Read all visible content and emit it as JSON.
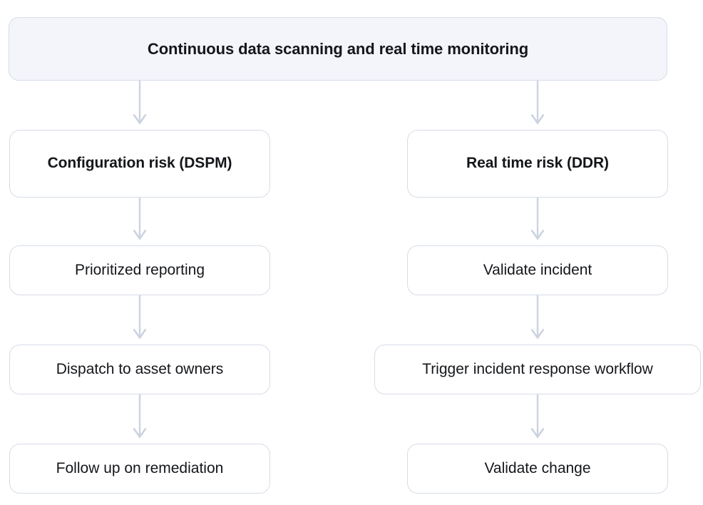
{
  "diagram": {
    "title": "Continuous data scanning and real time monitoring",
    "type": "flowchart",
    "orientation": "top-down-two-branch",
    "colors": {
      "header_fill": "#f3f5fa",
      "node_fill": "#ffffff",
      "node_border": "#d6dce8",
      "connector": "#ccd3e0",
      "text": "#14161a"
    },
    "header": {
      "label": "Continuous data scanning and real time monitoring"
    },
    "branches": [
      {
        "id": "dspm",
        "name": "configuration-risk-branch",
        "steps": [
          {
            "label": "Configuration risk (DSPM)",
            "emphasis": true
          },
          {
            "label": "Prioritized reporting",
            "emphasis": false
          },
          {
            "label": "Dispatch to asset owners",
            "emphasis": false
          },
          {
            "label": "Follow up on remediation",
            "emphasis": false
          }
        ]
      },
      {
        "id": "ddr",
        "name": "real-time-risk-branch",
        "steps": [
          {
            "label": "Real time risk (DDR)",
            "emphasis": true
          },
          {
            "label": "Validate incident",
            "emphasis": false
          },
          {
            "label": "Trigger incident response workflow",
            "emphasis": false
          },
          {
            "label": "Validate change",
            "emphasis": false
          }
        ]
      }
    ],
    "connectors": [
      {
        "name": "header-to-dspm",
        "from": "header",
        "to": "Configuration risk (DSPM)",
        "style": "arrow-down"
      },
      {
        "name": "header-to-ddr",
        "from": "header",
        "to": "Real time risk (DDR)",
        "style": "arrow-down"
      },
      {
        "name": "dspm-to-prioritized-reporting",
        "from": "Configuration risk (DSPM)",
        "to": "Prioritized reporting",
        "style": "arrow-down"
      },
      {
        "name": "prioritized-reporting-to-dispatch",
        "from": "Prioritized reporting",
        "to": "Dispatch to asset owners",
        "style": "arrow-down"
      },
      {
        "name": "dispatch-to-follow-up",
        "from": "Dispatch to asset owners",
        "to": "Follow up on remediation",
        "style": "arrow-down"
      },
      {
        "name": "ddr-to-validate-incident",
        "from": "Real time risk (DDR)",
        "to": "Validate incident",
        "style": "arrow-down"
      },
      {
        "name": "validate-incident-to-trigger",
        "from": "Validate incident",
        "to": "Trigger incident response workflow",
        "style": "arrow-down"
      },
      {
        "name": "trigger-to-validate-change",
        "from": "Trigger incident response workflow",
        "to": "Validate change",
        "style": "arrow-down"
      }
    ]
  }
}
